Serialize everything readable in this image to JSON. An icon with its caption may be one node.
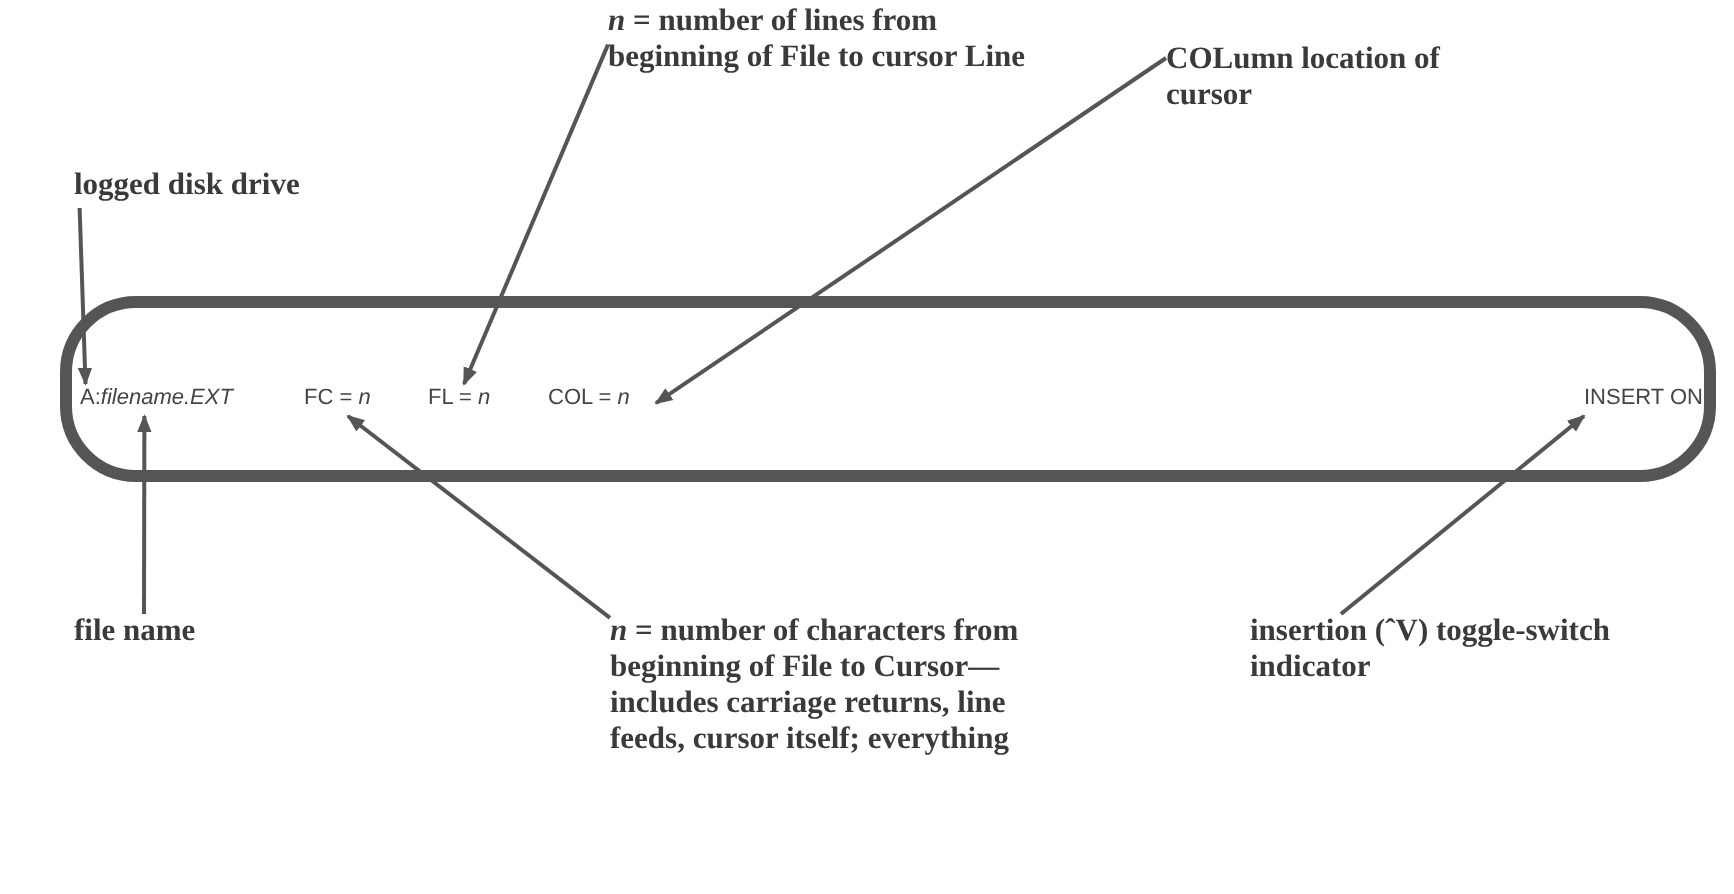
{
  "diagram": {
    "nodes": [
      {
        "text": [],
        "shape": "box"
      },
      {
        "text": [
          "A:*filename.EXT*"
        ],
        "in": 0
      },
      {
        "text": [
          "FC = *n*"
        ],
        "in": 0
      },
      {
        "text": [
          "FL = *n*"
        ],
        "in": 0
      },
      {
        "text": [
          "COL = *n*"
        ],
        "in": 0
      },
      {
        "text": [
          "INSERT ON"
        ],
        "in": 0
      },
      {
        "text": [
          "logged disk drive"
        ]
      },
      {
        "text": [
          "*n* = number of lines from beginning of File to cursor Line"
        ]
      },
      {
        "text": [
          "COLumn location of cursor"
        ]
      },
      {
        "text": [
          "file name"
        ]
      },
      {
        "text": [
          "*n* = number of characters from beginning of File to Cursor—includes carriage returns, line feeds, cursor itself; everything"
        ]
      },
      {
        "text": [
          "insertion (ˆV) toggle-switch indicator"
        ]
      }
    ],
    "edges": [
      {
        "from": 6,
        "to": 1,
        "arrow": "to"
      },
      {
        "from": 7,
        "to": 3,
        "arrow": "to"
      },
      {
        "from": 8,
        "to": 4,
        "arrow": "to"
      },
      {
        "from": 9,
        "to": 1,
        "arrow": "to"
      },
      {
        "from": 10,
        "to": 2,
        "arrow": "to"
      },
      {
        "from": 11,
        "to": 5,
        "arrow": "to"
      }
    ]
  }
}
